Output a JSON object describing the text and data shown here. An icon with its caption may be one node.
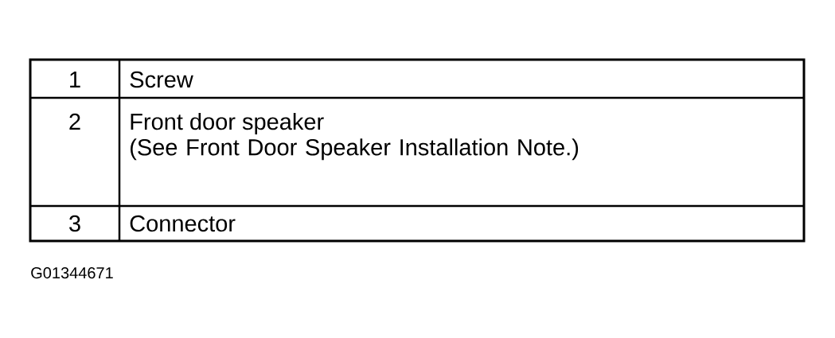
{
  "diagram": {
    "labels": [
      "1",
      "Screw",
      "2",
      "Front door speaker",
      "(See Front Door Speaker Installation Note.)",
      "3",
      "Connector",
      "G01344671"
    ]
  }
}
